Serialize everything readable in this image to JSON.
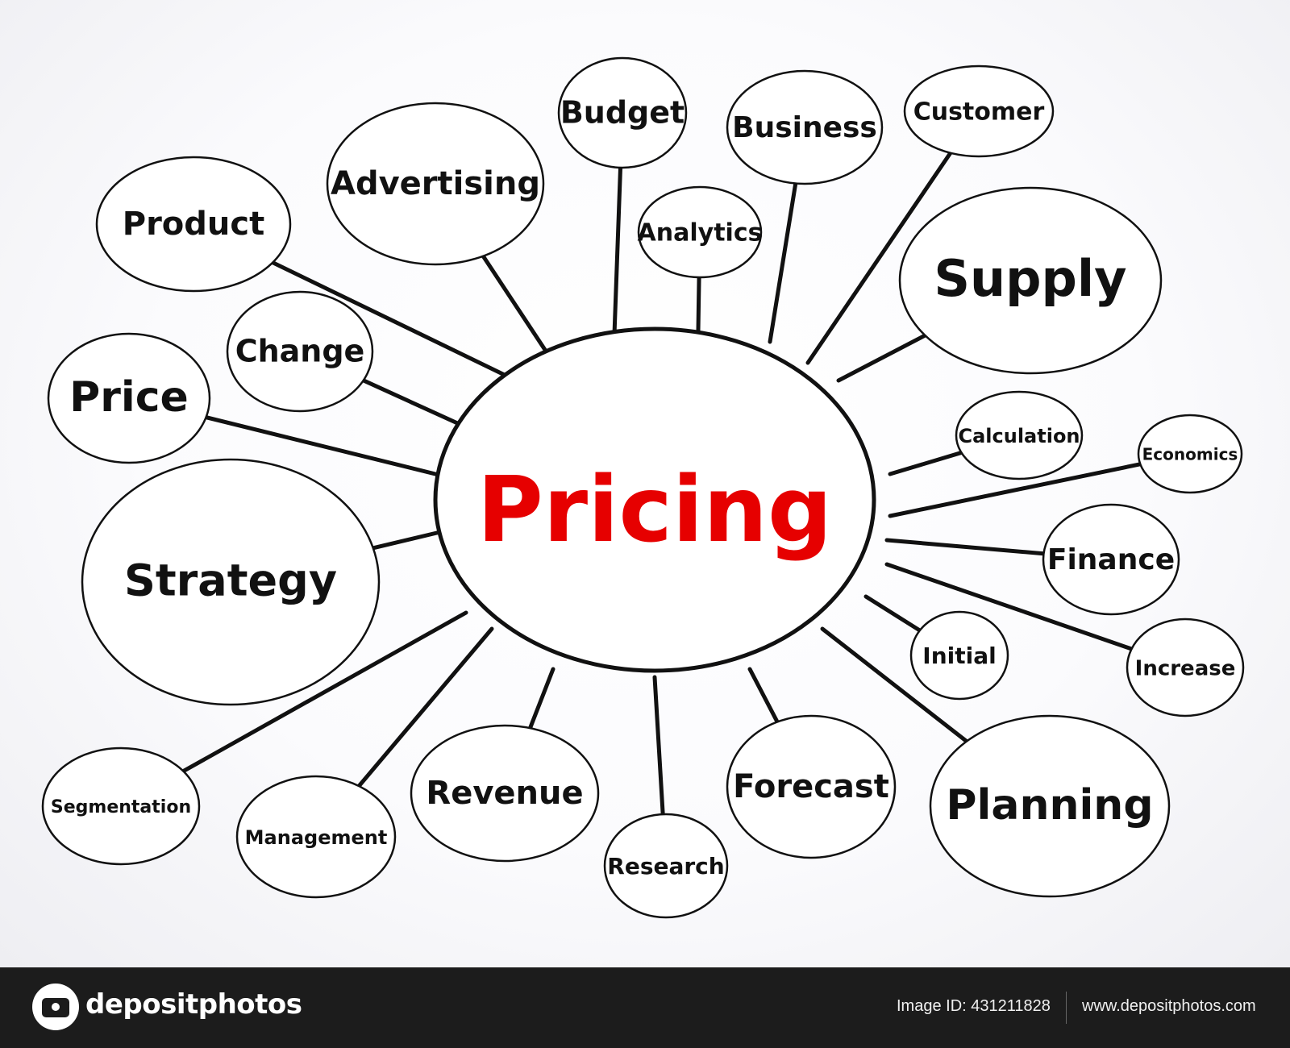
{
  "diagram": {
    "center": "Pricing",
    "center_color": "#e60000",
    "nodes": [
      "Budget",
      "Business",
      "Customer",
      "Advertising",
      "Analytics",
      "Product",
      "Supply",
      "Change",
      "Price",
      "Calculation",
      "Economics",
      "Strategy",
      "Finance",
      "Initial",
      "Increase",
      "Segmentation",
      "Management",
      "Revenue",
      "Research",
      "Forecast",
      "Planning"
    ]
  },
  "footer": {
    "brand": "depositphotos",
    "image_id": "Image ID: 431211828",
    "url": "www.depositphotos.com"
  }
}
